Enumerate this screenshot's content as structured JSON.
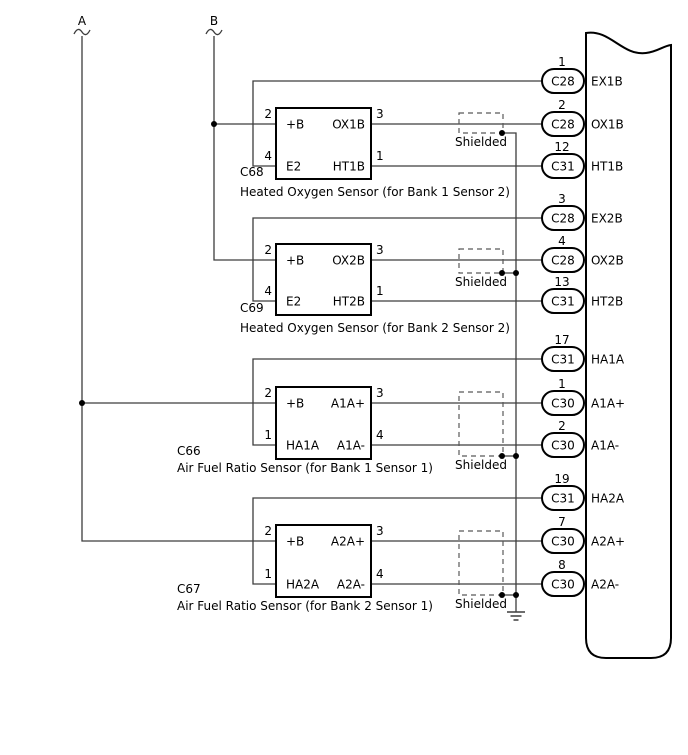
{
  "bus_lines": [
    {
      "label": "A"
    },
    {
      "label": "B"
    }
  ],
  "sensors": [
    {
      "code": "C68",
      "description": "Heated Oxygen Sensor (for Bank 1 Sensor 2)",
      "pins": {
        "lt": {
          "num": "2",
          "label": "+B"
        },
        "lb": {
          "num": "4",
          "label": "E2"
        },
        "rt": {
          "num": "3",
          "label": "OX1B"
        },
        "rb": {
          "num": "1",
          "label": "HT1B"
        }
      }
    },
    {
      "code": "C69",
      "description": "Heated Oxygen Sensor (for Bank 2 Sensor 2)",
      "pins": {
        "lt": {
          "num": "2",
          "label": "+B"
        },
        "lb": {
          "num": "4",
          "label": "E2"
        },
        "rt": {
          "num": "3",
          "label": "OX2B"
        },
        "rb": {
          "num": "1",
          "label": "HT2B"
        }
      }
    },
    {
      "code": "C66",
      "description": "Air Fuel Ratio Sensor (for Bank 1 Sensor 1)",
      "pins": {
        "lt": {
          "num": "2",
          "label": "+B"
        },
        "lb": {
          "num": "1",
          "label": "HA1A"
        },
        "rt": {
          "num": "3",
          "label": "A1A+"
        },
        "rb": {
          "num": "4",
          "label": "A1A-"
        }
      }
    },
    {
      "code": "C67",
      "description": "Air Fuel Ratio Sensor (for Bank 2 Sensor 1)",
      "pins": {
        "lt": {
          "num": "2",
          "label": "+B"
        },
        "lb": {
          "num": "1",
          "label": "HA2A"
        },
        "rt": {
          "num": "3",
          "label": "A2A+"
        },
        "rb": {
          "num": "4",
          "label": "A2A-"
        }
      }
    }
  ],
  "ecu_terminals": [
    {
      "pin": "1",
      "connector": "C28",
      "signal": "EX1B"
    },
    {
      "pin": "2",
      "connector": "C28",
      "signal": "OX1B"
    },
    {
      "pin": "12",
      "connector": "C31",
      "signal": "HT1B"
    },
    {
      "pin": "3",
      "connector": "C28",
      "signal": "EX2B"
    },
    {
      "pin": "4",
      "connector": "C28",
      "signal": "OX2B"
    },
    {
      "pin": "13",
      "connector": "C31",
      "signal": "HT2B"
    },
    {
      "pin": "17",
      "connector": "C31",
      "signal": "HA1A"
    },
    {
      "pin": "1",
      "connector": "C30",
      "signal": "A1A+"
    },
    {
      "pin": "2",
      "connector": "C30",
      "signal": "A1A-"
    },
    {
      "pin": "19",
      "connector": "C31",
      "signal": "HA2A"
    },
    {
      "pin": "7",
      "connector": "C30",
      "signal": "A2A+"
    },
    {
      "pin": "8",
      "connector": "C30",
      "signal": "A2A-"
    }
  ],
  "shield_labels": [
    "Shielded",
    "Shielded",
    "Shielded",
    "Shielded"
  ],
  "colors": {
    "background": "#ffffff",
    "wire": "#3d3d3d",
    "outline": "#000000",
    "shield_dash": "#595959"
  }
}
